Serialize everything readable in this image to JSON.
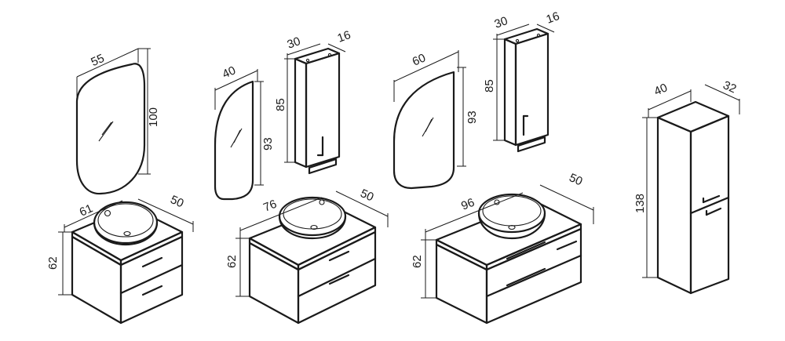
{
  "mirrors": [
    {
      "id": "mirror-oval-55",
      "width": "55",
      "height": "100"
    },
    {
      "id": "mirror-half-40",
      "width": "40",
      "height": "93"
    },
    {
      "id": "mirror-half-60",
      "width": "60",
      "height": "93"
    }
  ],
  "wall_cabinets": [
    {
      "id": "wall-cabinet-1",
      "width": "30",
      "depth": "16",
      "height": "85"
    },
    {
      "id": "wall-cabinet-2",
      "width": "30",
      "depth": "16",
      "height": "85"
    }
  ],
  "vanities": [
    {
      "id": "vanity-61",
      "width": "61",
      "depth": "50",
      "height": "62"
    },
    {
      "id": "vanity-76",
      "width": "76",
      "depth": "50",
      "height": "62"
    },
    {
      "id": "vanity-96",
      "width": "96",
      "depth": "50",
      "height": "62"
    }
  ],
  "tall_cabinet": {
    "width": "40",
    "depth": "32",
    "height": "138"
  }
}
